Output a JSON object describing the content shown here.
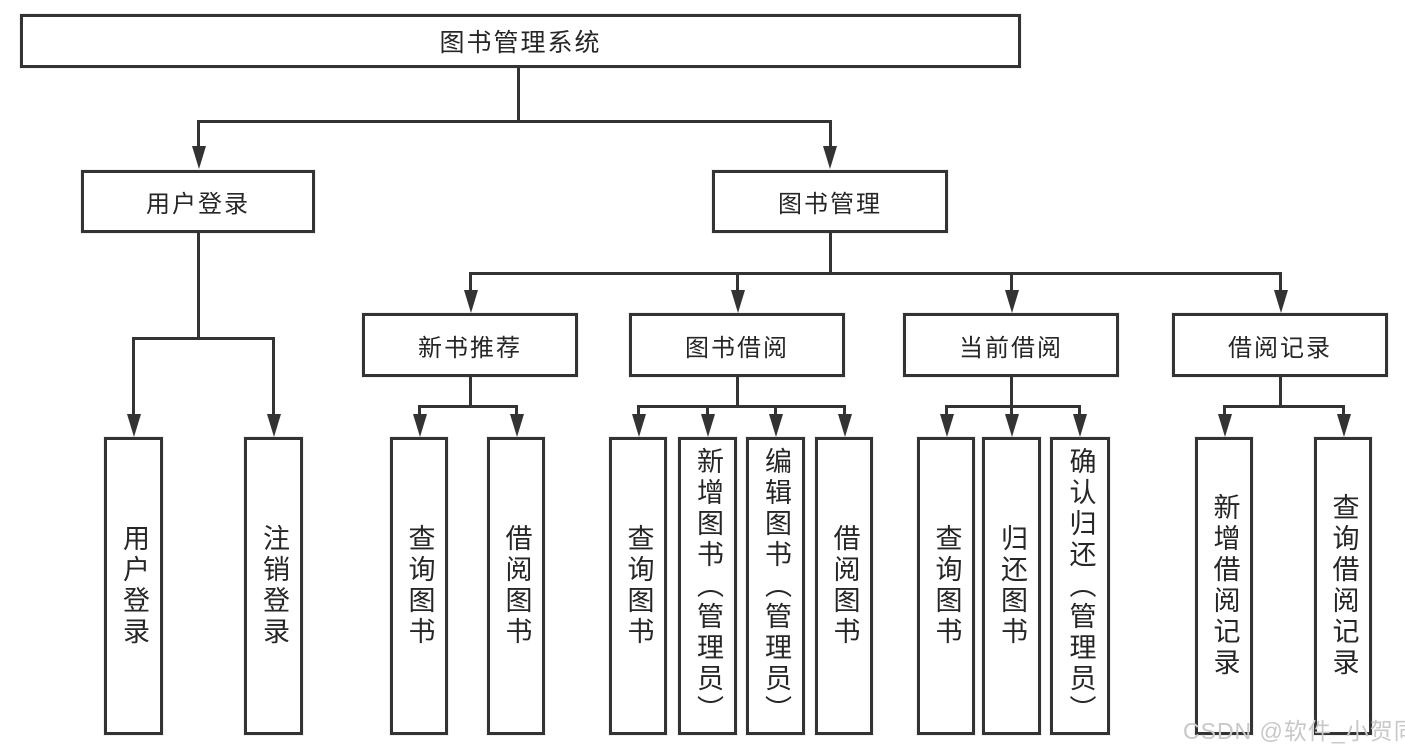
{
  "diagram": {
    "root": {
      "label": "图书管理系统"
    },
    "branches": [
      {
        "label": "用户登录",
        "children": [
          {
            "label": "用户登录"
          },
          {
            "label": "注销登录"
          }
        ]
      },
      {
        "label": "图书管理",
        "groups": [
          {
            "label": "新书推荐",
            "children": [
              {
                "label": "查询图书"
              },
              {
                "label": "借阅图书"
              }
            ]
          },
          {
            "label": "图书借阅",
            "children": [
              {
                "label": "查询图书"
              },
              {
                "label": "新增图书（管理员）"
              },
              {
                "label": "编辑图书（管理员）"
              },
              {
                "label": "借阅图书"
              }
            ]
          },
          {
            "label": "当前借阅",
            "children": [
              {
                "label": "查询图书"
              },
              {
                "label": "归还图书"
              },
              {
                "label": "确认归还（管理员）"
              }
            ]
          },
          {
            "label": "借阅记录",
            "children": [
              {
                "label": "新增借阅记录"
              },
              {
                "label": "查询借阅记录"
              }
            ]
          }
        ]
      }
    ]
  },
  "watermark": {
    "text": "CSDN @软件_小贺同学"
  },
  "colors": {
    "line": "#333333",
    "text": "#262626",
    "watermark_gray": "#c8c8c8",
    "background": "#ffffff"
  }
}
